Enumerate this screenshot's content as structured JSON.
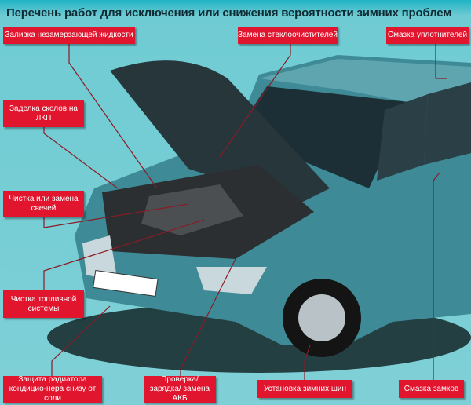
{
  "title": "Перечень работ для исключения или снижения вероятности зимних проблем",
  "labels": {
    "antifreeze": "Заливка незамерзающей жидкости",
    "wipers": "Замена стеклоочистителей",
    "seals": "Смазка уплотнителей",
    "chips": "Заделка сколов на ЛКП",
    "plugs": "Чистка или замена свечей",
    "fuel": "Чистка топливной системы",
    "radiator": "Защита радиатора кондицио-нера снизу от соли",
    "battery": "Проверка/зарядка/ замена АКБ",
    "tires": "Установка зимних шин",
    "locks": "Смазка замков"
  },
  "colors": {
    "label_bg": "#e1162e",
    "car": "#3e8a96",
    "background": "#7fd0d6"
  }
}
